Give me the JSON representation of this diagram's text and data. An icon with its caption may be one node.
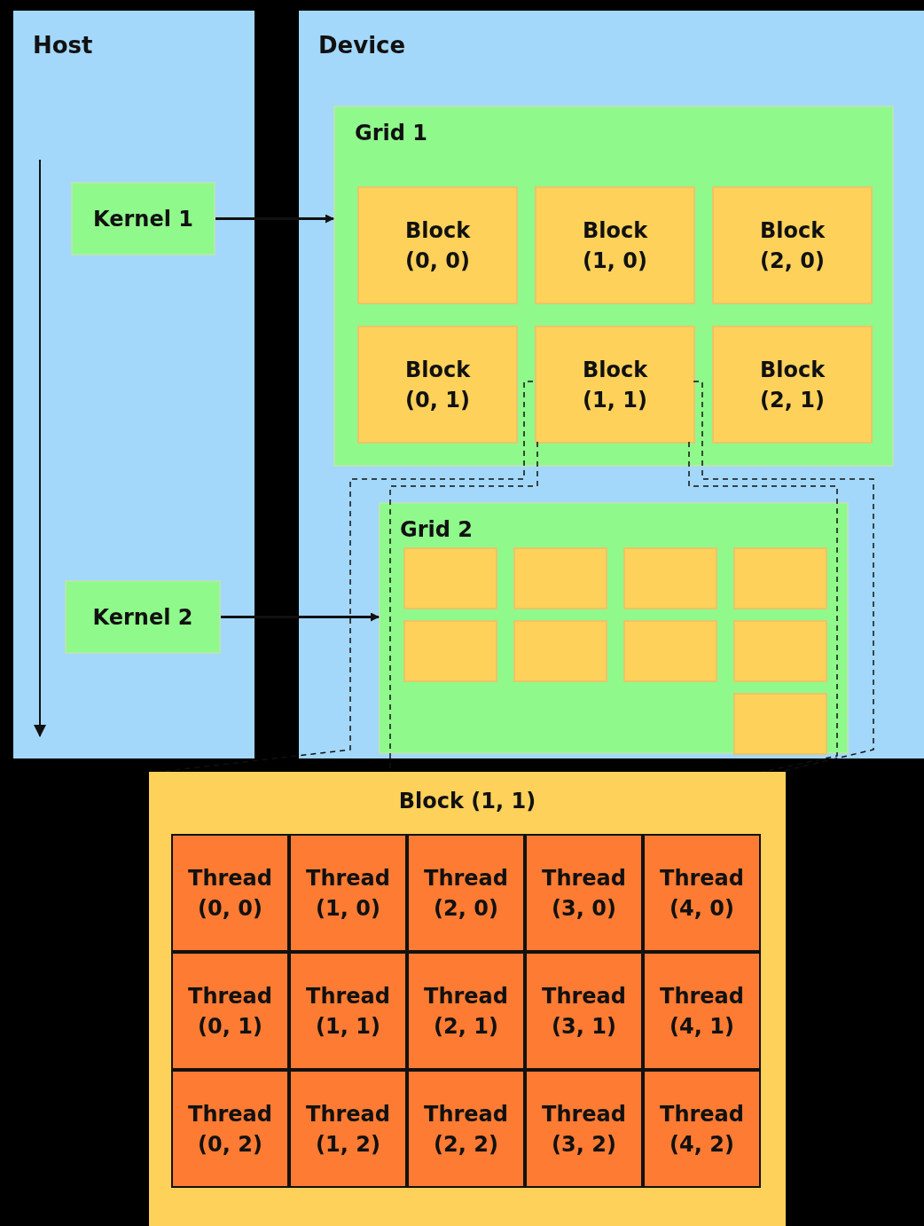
{
  "diagram": {
    "nodes": [
      {
        "text": [
          "Host"
        ]
      },
      {
        "text": [
          "Kernel 1"
        ],
        "in": 0
      },
      {
        "text": [
          "Kernel 2"
        ],
        "in": 0
      },
      {
        "text": [
          "Device"
        ]
      },
      {
        "text": [
          "Grid 1"
        ],
        "in": 3
      },
      {
        "text": [
          "Block (0, 0)"
        ],
        "in": 4
      },
      {
        "text": [
          "Block (1, 0)"
        ],
        "in": 4
      },
      {
        "text": [
          "Block (2, 0)"
        ],
        "in": 4
      },
      {
        "text": [
          "Block (0, 1)"
        ],
        "in": 4
      },
      {
        "text": [
          "Block (1, 1)"
        ],
        "in": 4
      },
      {
        "text": [
          "Block (2, 1)"
        ],
        "in": 4
      },
      {
        "text": [
          "Grid 2"
        ],
        "in": 3
      },
      {
        "text": [],
        "shape": "box",
        "in": 11
      },
      {
        "text": [],
        "shape": "box",
        "in": 11
      },
      {
        "text": [],
        "shape": "box",
        "in": 11
      },
      {
        "text": [],
        "shape": "box",
        "in": 11
      },
      {
        "text": [],
        "shape": "box",
        "in": 11
      },
      {
        "text": [],
        "shape": "box",
        "in": 11
      },
      {
        "text": [],
        "shape": "box",
        "in": 11
      },
      {
        "text": [],
        "shape": "box",
        "in": 11
      },
      {
        "text": [],
        "shape": "box",
        "in": 11
      },
      {
        "text": [
          "Block (1, 1)"
        ]
      },
      {
        "text": [
          "Thread (0, 0)"
        ],
        "in": 21
      },
      {
        "text": [
          "Thread (1, 0)"
        ],
        "in": 21
      },
      {
        "text": [
          "Thread (2, 0)"
        ],
        "in": 21
      },
      {
        "text": [
          "Thread (3, 0)"
        ],
        "in": 21
      },
      {
        "text": [
          "Thread (4, 0)"
        ],
        "in": 21
      },
      {
        "text": [
          "Thread (0, 1)"
        ],
        "in": 21
      },
      {
        "text": [
          "Thread (1, 1)"
        ],
        "in": 21
      },
      {
        "text": [
          "Thread (2, 1)"
        ],
        "in": 21
      },
      {
        "text": [
          "Thread (3, 1)"
        ],
        "in": 21
      },
      {
        "text": [
          "Thread (4, 1)"
        ],
        "in": 21
      },
      {
        "text": [
          "Thread (0, 2)"
        ],
        "in": 21
      },
      {
        "text": [
          "Thread (1, 2)"
        ],
        "in": 21
      },
      {
        "text": [
          "Thread (2, 2)"
        ],
        "in": 21
      },
      {
        "text": [
          "Thread (3, 2)"
        ],
        "in": 21
      },
      {
        "text": [
          "Thread (4, 2)"
        ],
        "in": 21
      }
    ],
    "edges": [
      {
        "from": 1,
        "to": 4,
        "arrow": "to"
      },
      {
        "from": 2,
        "to": 11,
        "arrow": "to"
      },
      {
        "from": 9,
        "to": 21,
        "arrow": "none",
        "style": "dashed"
      },
      {
        "from": 9,
        "to": 21,
        "arrow": "none",
        "style": "dashed"
      },
      {
        "from": 9,
        "to": 21,
        "arrow": "none",
        "style": "dashed"
      },
      {
        "from": 9,
        "to": 21,
        "arrow": "none",
        "style": "dashed"
      }
    ]
  }
}
